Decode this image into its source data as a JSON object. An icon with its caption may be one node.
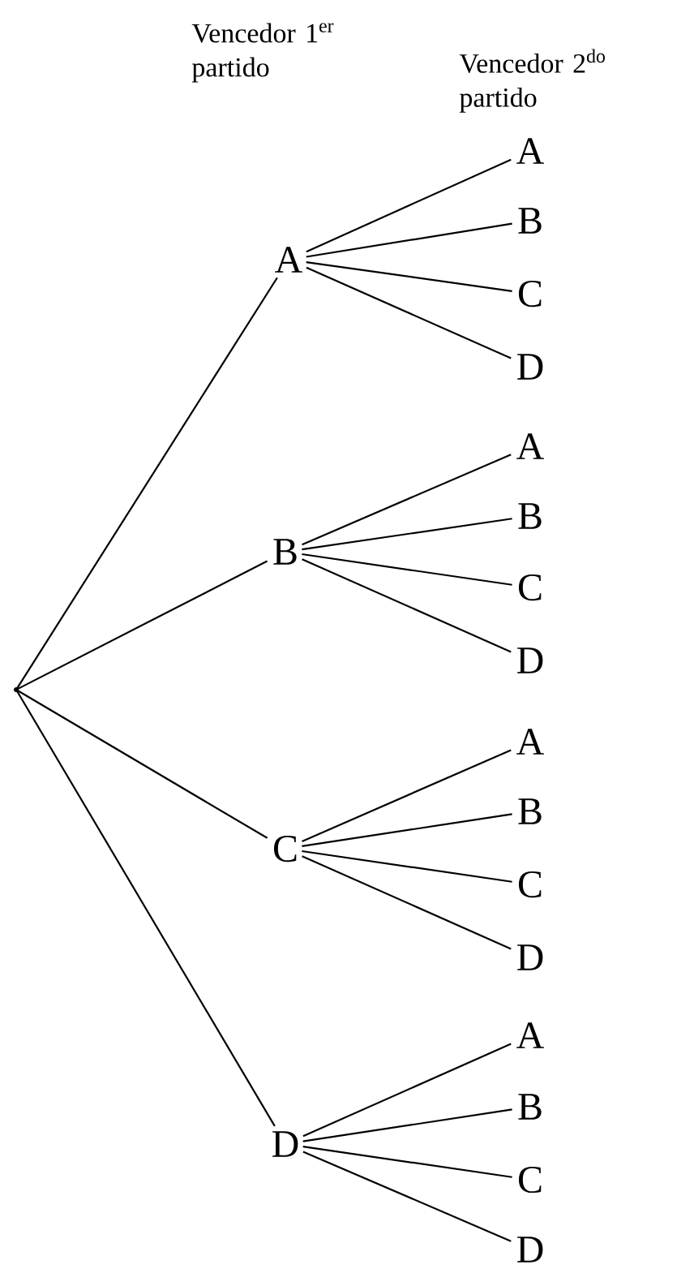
{
  "diagram": {
    "nodes": [
      {
        "text": [],
        "shape": "point"
      },
      {
        "text": [
          "A"
        ]
      },
      {
        "text": [
          "A"
        ]
      },
      {
        "text": [
          "B"
        ]
      },
      {
        "text": [
          "C"
        ]
      },
      {
        "text": [
          "D"
        ]
      },
      {
        "text": [
          "B"
        ]
      },
      {
        "text": [
          "A"
        ]
      },
      {
        "text": [
          "B"
        ]
      },
      {
        "text": [
          "C"
        ]
      },
      {
        "text": [
          "D"
        ]
      },
      {
        "text": [
          "C"
        ]
      },
      {
        "text": [
          "A"
        ]
      },
      {
        "text": [
          "B"
        ]
      },
      {
        "text": [
          "C"
        ]
      },
      {
        "text": [
          "D"
        ]
      },
      {
        "text": [
          "D"
        ]
      },
      {
        "text": [
          "A"
        ]
      },
      {
        "text": [
          "B"
        ]
      },
      {
        "text": [
          "C"
        ]
      },
      {
        "text": [
          "D"
        ]
      }
    ],
    "edges": [
      {
        "from": 0,
        "to": 1,
        "arrow": "none"
      },
      {
        "from": 0,
        "to": 6,
        "arrow": "none"
      },
      {
        "from": 0,
        "to": 11,
        "arrow": "none"
      },
      {
        "from": 0,
        "to": 16,
        "arrow": "none"
      },
      {
        "from": 1,
        "to": 2,
        "arrow": "none"
      },
      {
        "from": 1,
        "to": 3,
        "arrow": "none"
      },
      {
        "from": 1,
        "to": 4,
        "arrow": "none"
      },
      {
        "from": 1,
        "to": 5,
        "arrow": "none"
      },
      {
        "from": 6,
        "to": 7,
        "arrow": "none"
      },
      {
        "from": 6,
        "to": 8,
        "arrow": "none"
      },
      {
        "from": 6,
        "to": 9,
        "arrow": "none"
      },
      {
        "from": 6,
        "to": 10,
        "arrow": "none"
      },
      {
        "from": 11,
        "to": 12,
        "arrow": "none"
      },
      {
        "from": 11,
        "to": 13,
        "arrow": "none"
      },
      {
        "from": 11,
        "to": 14,
        "arrow": "none"
      },
      {
        "from": 11,
        "to": 15,
        "arrow": "none"
      },
      {
        "from": 16,
        "to": 17,
        "arrow": "none"
      },
      {
        "from": 16,
        "to": 18,
        "arrow": "none"
      },
      {
        "from": 16,
        "to": 19,
        "arrow": "none"
      },
      {
        "from": 16,
        "to": 20,
        "arrow": "none"
      }
    ],
    "labels": [
      "Vencedor 1$^{er}$ partido",
      "Vencedor 2$^{do}$ partido"
    ]
  }
}
